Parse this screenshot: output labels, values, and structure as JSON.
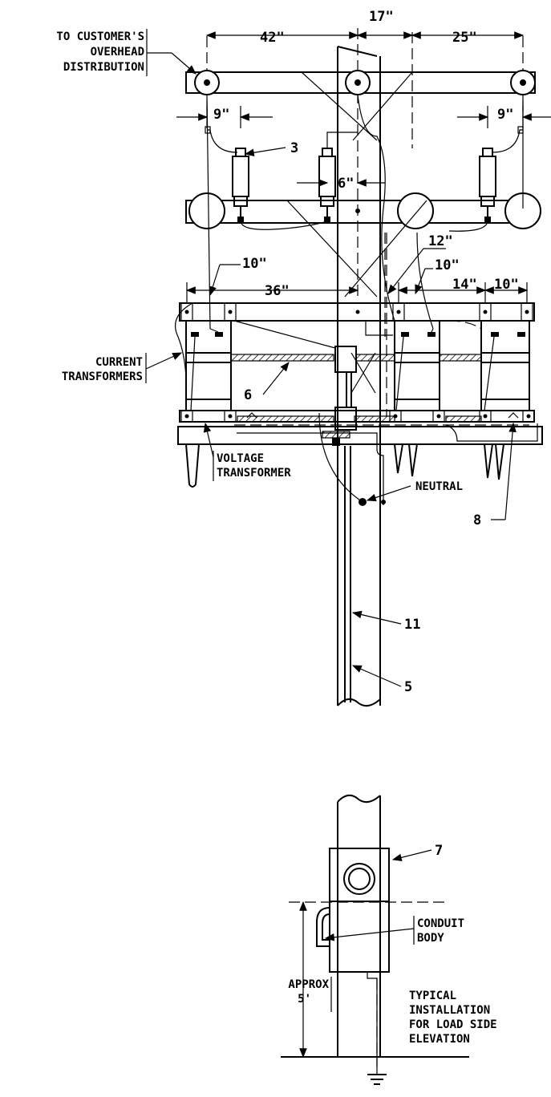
{
  "dimensions": {
    "d42": "42\"",
    "d17": "17\"",
    "d25": "25\"",
    "d9_left": "9\"",
    "d9_right": "9\"",
    "d6": "6\"",
    "d12": "12\"",
    "d10_left": "10\"",
    "d10_mid": "10\"",
    "d36": "36\"",
    "d14": "14\"",
    "d10_right": "10\""
  },
  "labels": {
    "customer_line1": "TO CUSTOMER'S",
    "customer_line2": "OVERHEAD",
    "customer_line3": "DISTRIBUTION",
    "current_line1": "CURRENT",
    "current_line2": "TRANSFORMERS",
    "voltage_line1": "VOLTAGE",
    "voltage_line2": "TRANSFORMER",
    "neutral": "NEUTRAL",
    "conduit_line1": "CONDUIT",
    "conduit_line2": "BODY",
    "approx_line1": "APPROX",
    "approx_line2": "5'",
    "typical_line1": "TYPICAL",
    "typical_line2": "INSTALLATION",
    "typical_line3": "FOR LOAD SIDE",
    "typical_line4": "ELEVATION"
  },
  "callouts": {
    "c3": "3",
    "c6": "6",
    "c8": "8",
    "c11": "11",
    "c5": "5",
    "c7": "7"
  }
}
